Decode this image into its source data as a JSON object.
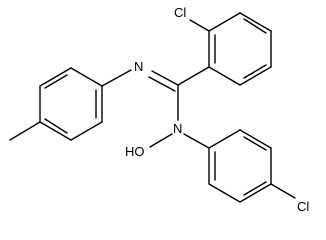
{
  "diagram": {
    "type": "chemical-structure",
    "line_color": "#000000",
    "background": "#ffffff",
    "atom_labels": {
      "cl_top": "Cl",
      "n_imine": "N",
      "n_amine": "N",
      "hydroxyl": "HO",
      "cl_bottom": "Cl"
    }
  }
}
